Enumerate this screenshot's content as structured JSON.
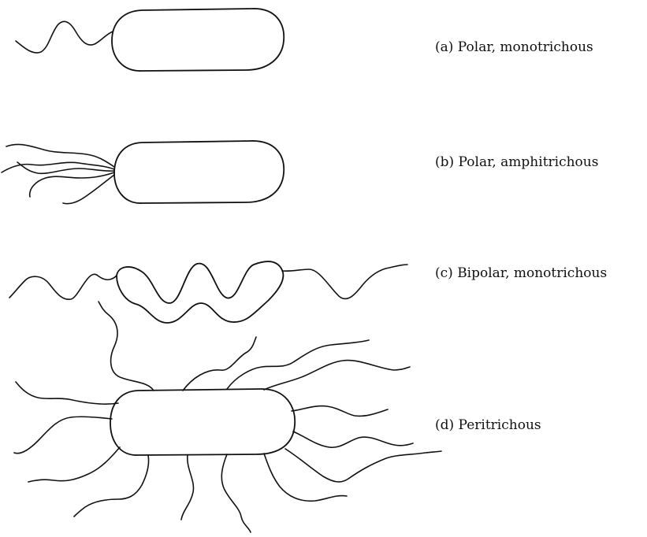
{
  "diagram": {
    "panels": [
      {
        "id": "a",
        "caption": "(a) Polar, monotrichous"
      },
      {
        "id": "b",
        "caption": "(b) Polar, amphitrichous"
      },
      {
        "id": "c",
        "caption": "(c) Bipolar, monotrichous"
      },
      {
        "id": "d",
        "caption": "(d) Peritrichous"
      }
    ]
  }
}
